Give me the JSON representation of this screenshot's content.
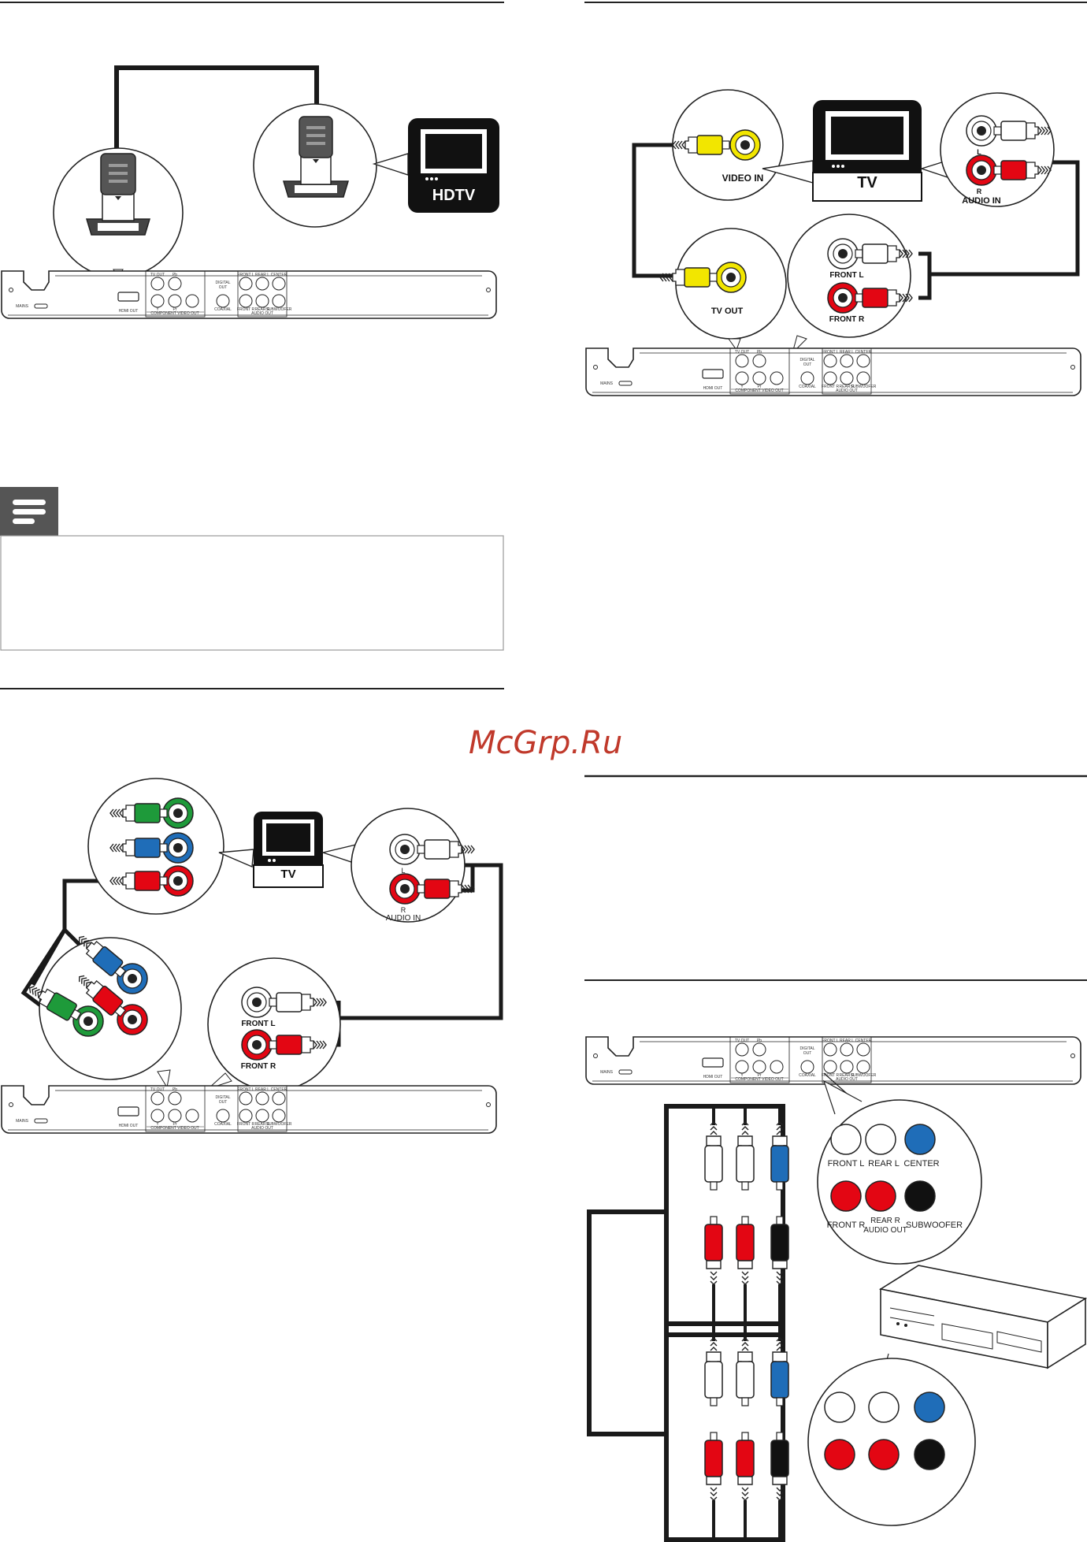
{
  "watermark": "McGrp.Ru",
  "colors": {
    "yellow": "#f2e600",
    "white": "#ffffff",
    "red": "#e30613",
    "green": "#1e9a3a",
    "blue": "#1f6db8",
    "black": "#111111",
    "cable": "#1a1a1a"
  },
  "hdmi_diagram": {
    "tv_label": "HDTV"
  },
  "composite_diagram": {
    "tv_label": "TV",
    "video_in": "VIDEO IN",
    "audio_in": "AUDIO IN",
    "audio_l": "L",
    "audio_r": "R",
    "tv_out": "TV OUT",
    "front_l": "FRONT L",
    "front_r": "FRONT R"
  },
  "component_diagram": {
    "tv_label": "TV",
    "audio_in": "AUDIO IN",
    "audio_l": "L",
    "audio_r": "R",
    "front_l": "FRONT L",
    "front_r": "FRONT R"
  },
  "multichannel_diagram": {
    "jack_labels": {
      "front_l": "FRONT L",
      "rear_l": "REAR L",
      "center": "CENTER",
      "front_r": "FRONT R",
      "rear_r_line1": "REAR R",
      "rear_r_line2": "AUDIO OUT",
      "subwoofer": "SUBWOOFER"
    }
  },
  "player_panel": {
    "hdmi_out": "HDMI OUT",
    "component_video_out": "COMPONENT VIDEO OUT",
    "tv_out": "TV OUT",
    "pb": "Pb",
    "pr": "Pr",
    "y": "Y",
    "digital_out_1": "DIGITAL",
    "digital_out_2": "OUT",
    "coaxial": "COAXIAL",
    "front_l": "FRONT L",
    "rear_l": "REAR L",
    "center": "CENTER",
    "front_r": "FRONT R",
    "rear_r": "REAR R",
    "subwoofer": "SUBWOOFER",
    "audio_out": "AUDIO OUT",
    "mains": "MAINS"
  }
}
